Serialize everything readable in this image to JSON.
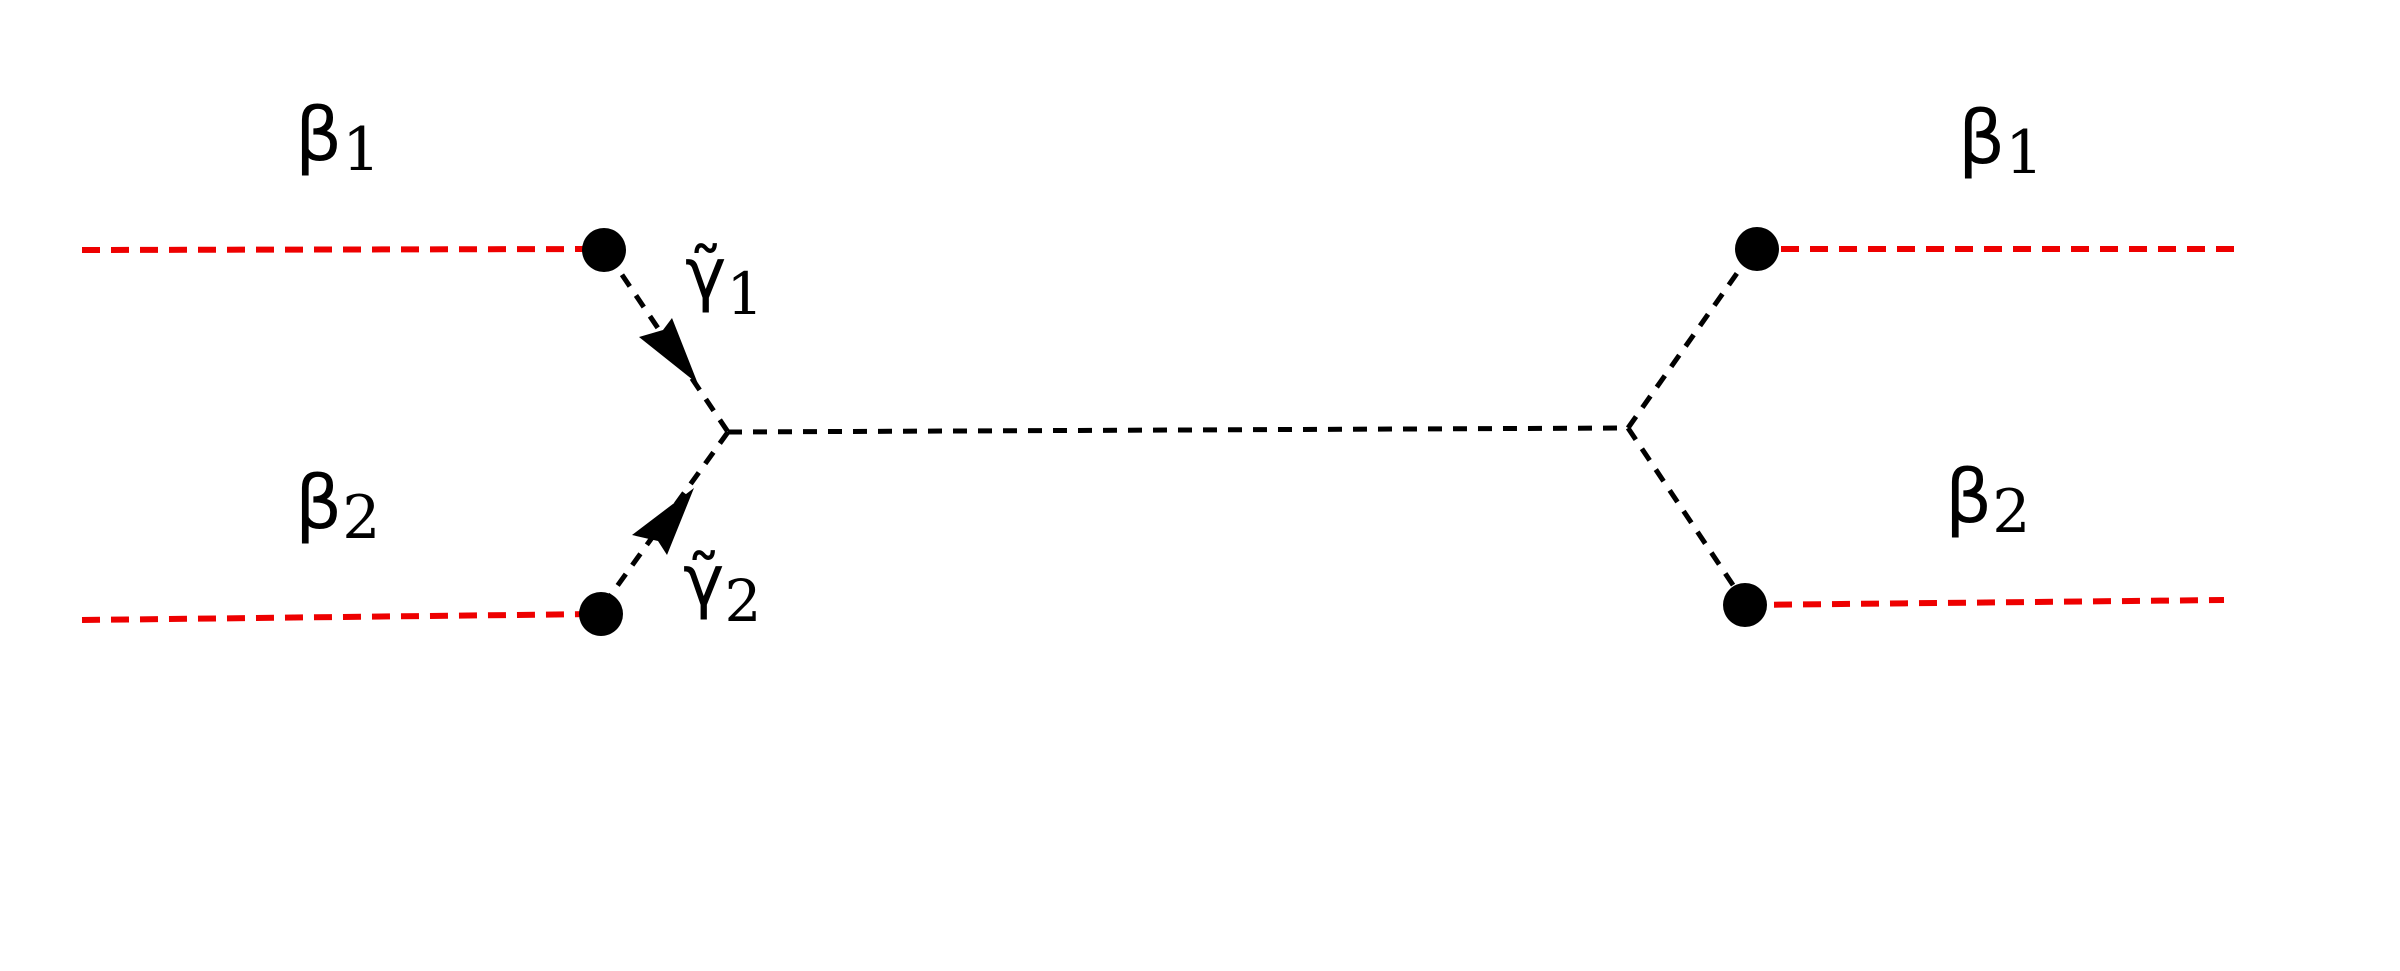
{
  "colors": {
    "branch_cut": "#ee0000",
    "contour": "#000000",
    "point": "#000000"
  },
  "labels": {
    "beta1_left": {
      "main": "β",
      "sub": "1"
    },
    "beta2_left": {
      "main": "β",
      "sub": "2"
    },
    "beta1_right": {
      "main": "β",
      "sub": "1"
    },
    "beta2_right": {
      "main": "β",
      "sub": "2"
    },
    "gamma1": {
      "main": "γ̃",
      "sub": "1"
    },
    "gamma2": {
      "main": "γ̃",
      "sub": "2"
    }
  }
}
